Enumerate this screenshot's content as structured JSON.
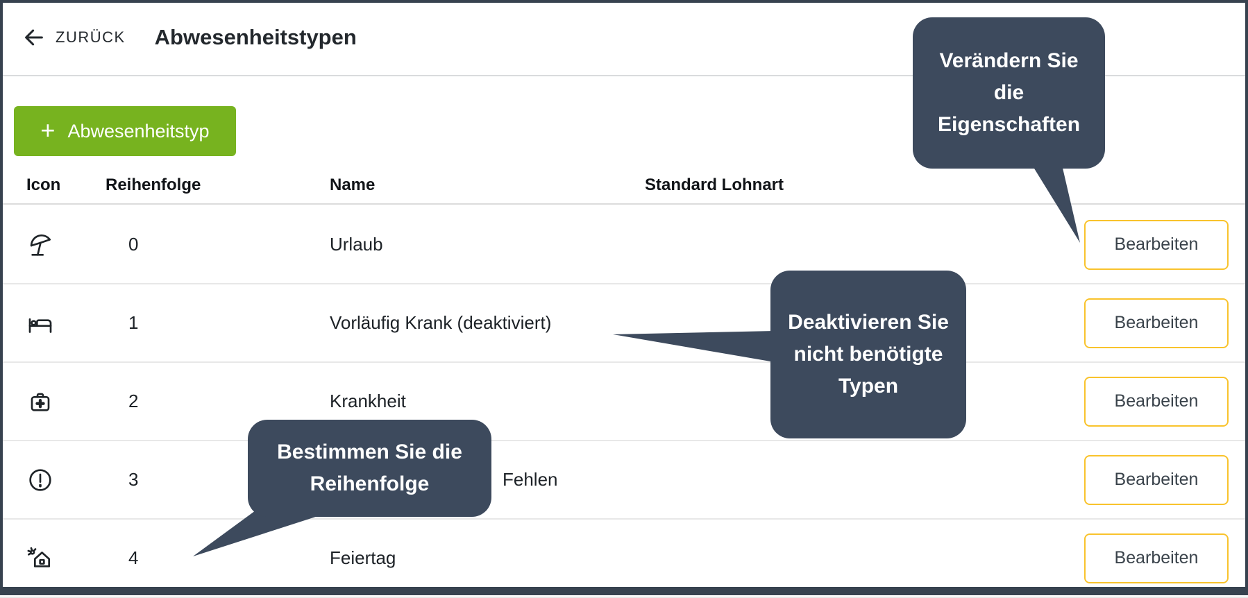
{
  "topbar": {
    "back_label": "ZURÜCK",
    "title": "Abwesenheitstypen"
  },
  "actions": {
    "add_absence_type": {
      "plus": "+",
      "label": "Abwesenheitstyp"
    }
  },
  "table": {
    "columns": {
      "icon": "Icon",
      "order": "Reihenfolge",
      "name": "Name",
      "wage_type": "Standard Lohnart"
    },
    "edit_button_label": "Bearbeiten",
    "rows": [
      {
        "icon": "beach-umbrella-icon",
        "order": "0",
        "name": "Urlaub",
        "wage_type": ""
      },
      {
        "icon": "bed-icon",
        "order": "1",
        "name": "Vorläufig Krank (deaktiviert)",
        "wage_type": ""
      },
      {
        "icon": "first-aid-kit-icon",
        "order": "2",
        "name": "Krankheit",
        "wage_type": ""
      },
      {
        "icon": "alert-circle-icon",
        "order": "3",
        "name": "Fehlen",
        "wage_type": "",
        "name_prefix_occluded": true
      },
      {
        "icon": "holiday-home-icon",
        "order": "4",
        "name": "Feiertag",
        "wage_type": ""
      }
    ]
  },
  "coach_marks": {
    "tip_edit": {
      "text": "Verändern Sie die Eigenschaften",
      "points_to": "first-row-edit-button"
    },
    "tip_deactivate": {
      "text": "Deaktivieren Sie nicht benötigte Typen",
      "points_to": "deactivated-type-name"
    },
    "tip_order": {
      "text": "Bestimmen Sie die Reihenfolge",
      "points_to": "order-value-row-5"
    }
  },
  "colors": {
    "primary_green": "#77b31f",
    "edit_button_border_yellow": "#f9c32c",
    "coach_mark_bg": "#3d4a5d",
    "frame_border": "#37424f"
  }
}
